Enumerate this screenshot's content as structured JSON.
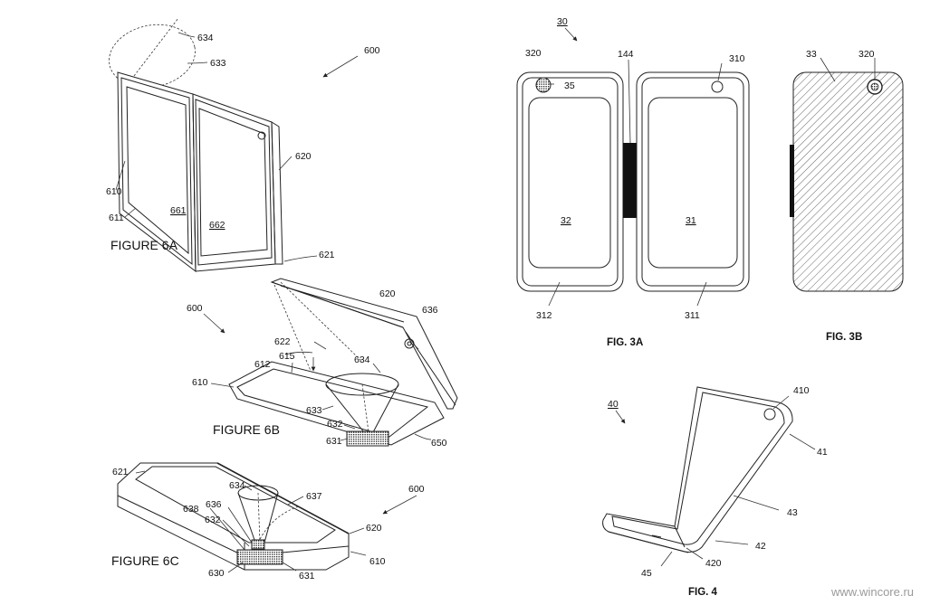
{
  "figures": {
    "fig6a": {
      "caption": "FIGURE 6A",
      "refs": [
        "634",
        "633",
        "600",
        "620",
        "610",
        "611",
        "661",
        "662",
        "621"
      ]
    },
    "fig6b": {
      "caption": "FIGURE 6B",
      "refs": [
        "620",
        "600",
        "636",
        "622",
        "615",
        "612",
        "634",
        "610",
        "633",
        "632",
        "631",
        "650"
      ]
    },
    "fig6c": {
      "caption": "FIGURE 6C",
      "refs": [
        "621",
        "600",
        "634",
        "637",
        "636",
        "638",
        "632",
        "620",
        "610",
        "630",
        "631"
      ]
    },
    "fig3a": {
      "caption": "FIG. 3A",
      "refs": [
        "30",
        "320",
        "35",
        "144",
        "310",
        "32",
        "31",
        "312",
        "311"
      ]
    },
    "fig3b": {
      "caption": "FIG. 3B",
      "refs": [
        "33",
        "320"
      ]
    },
    "fig4": {
      "caption": "FIG. 4",
      "refs": [
        "40",
        "410",
        "41",
        "43",
        "42",
        "420",
        "45"
      ]
    }
  },
  "watermark": "www.wincore.ru"
}
